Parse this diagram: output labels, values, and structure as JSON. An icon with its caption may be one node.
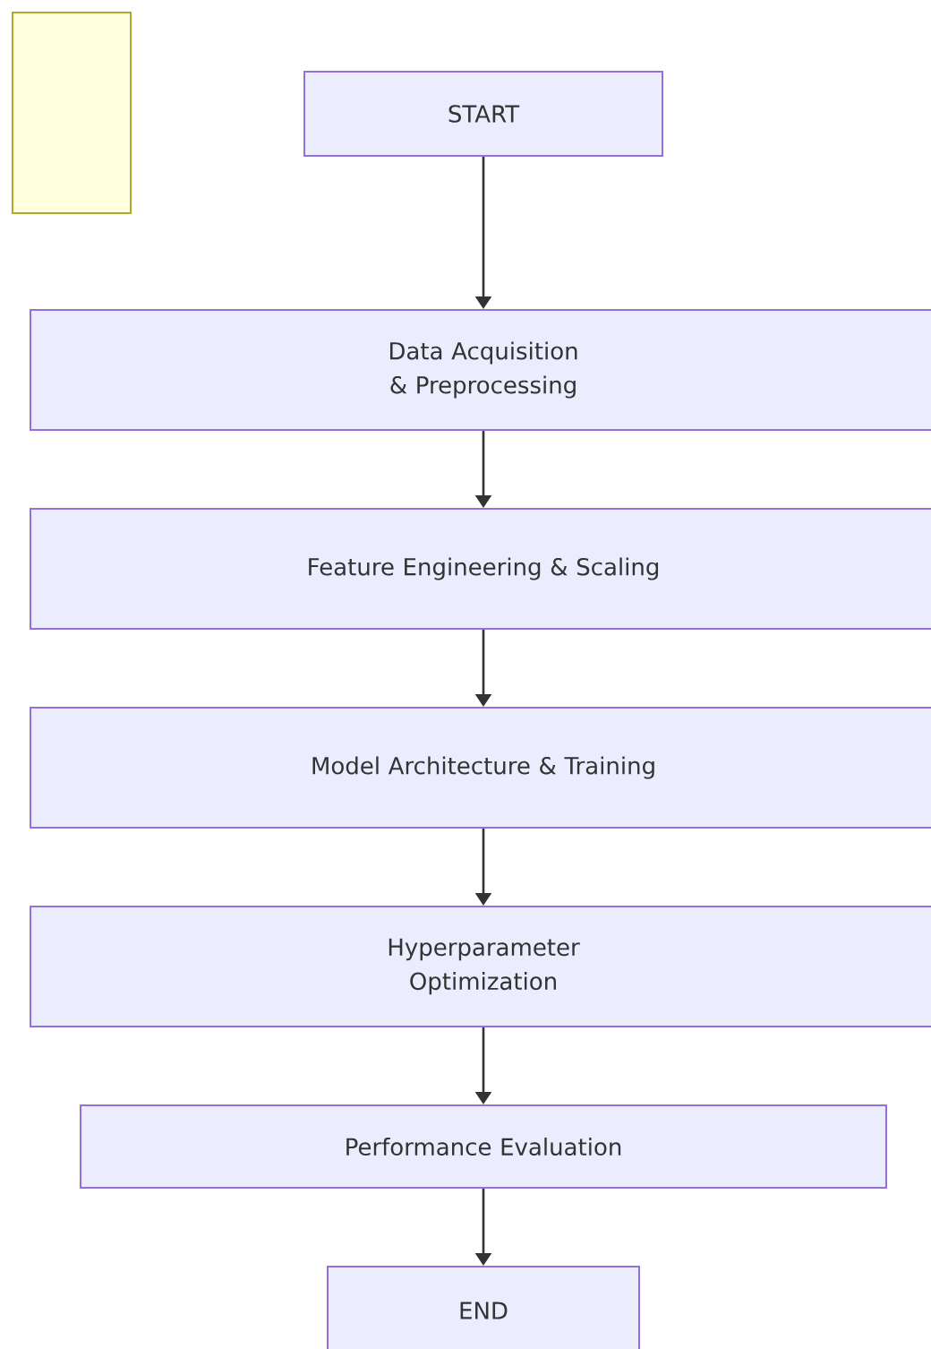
{
  "diagram": {
    "nodes": [
      {
        "text": [],
        "shape": "box"
      },
      {
        "text": [
          "START"
        ]
      },
      {
        "text": [
          "Data Acquisition & Preprocessing"
        ]
      },
      {
        "text": [
          "Feature Engineering & Scaling"
        ]
      },
      {
        "text": [
          "Model Architecture & Training"
        ]
      },
      {
        "text": [
          "Hyperparameter Optimization"
        ]
      },
      {
        "text": [
          "Performance Evaluation"
        ]
      },
      {
        "text": [
          "END"
        ]
      }
    ],
    "edges": [
      {
        "from": 1,
        "to": 2,
        "arrow": "to"
      },
      {
        "from": 2,
        "to": 3,
        "arrow": "to"
      },
      {
        "from": 3,
        "to": 4,
        "arrow": "to"
      },
      {
        "from": 4,
        "to": 5,
        "arrow": "to"
      },
      {
        "from": 5,
        "to": 6,
        "arrow": "to"
      },
      {
        "from": 6,
        "to": 7,
        "arrow": "to"
      }
    ]
  }
}
